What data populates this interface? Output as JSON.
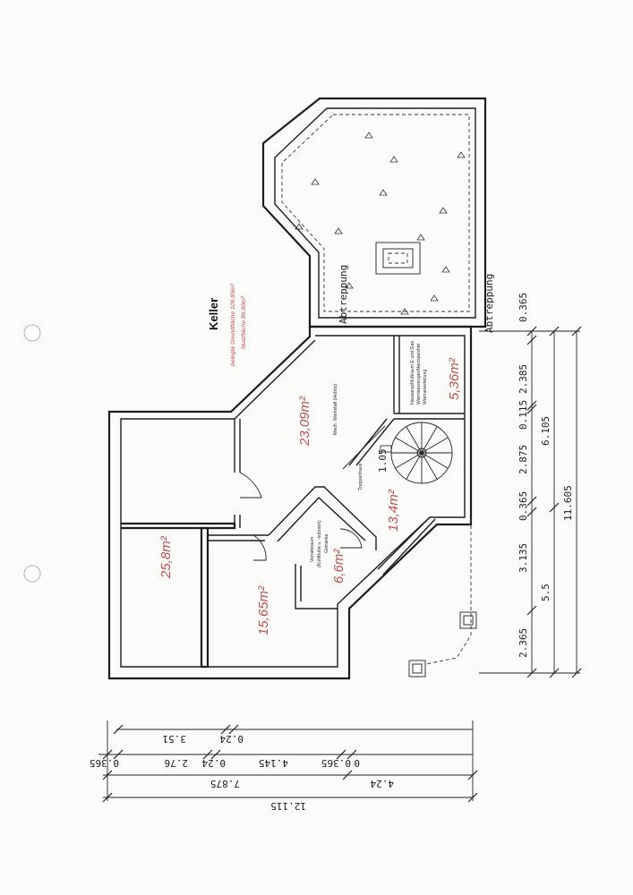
{
  "title": "Keller",
  "stats": {
    "gross_area": "belegte Grundfläche 109,85m²",
    "net_area": "Nutzfläche 89,90m²"
  },
  "areas": {
    "room_25_8": "25,8m²",
    "room_15_65": "15,65m²",
    "room_6_6": "6,6m²",
    "room_13_4": "13,4m²",
    "room_23_09": "23,09m²",
    "room_5_36": "5,36m²"
  },
  "room_labels": {
    "werkstatt": "Mech. Werkstatt (Hobby)",
    "haustechnik_1": "Hausanschlußraum E und Gas",
    "haustechnik_2": "Wärmeerzeuger/Heizspeicher",
    "haustechnik_3": "Wärmeverteilung",
    "vorrat_1": "Vorratsraum",
    "vorrat_2": "(Kühltruhe u. -schrank)",
    "vorrat_3": "Getränke",
    "treppe": "Treppenhaus"
  },
  "stair_label": "1.05",
  "abtreppung": [
    "Abtreppung",
    "Abtreppung"
  ],
  "dims_right": {
    "row1": [
      "2.365",
      "3.135",
      "0.365",
      "2.875",
      "0.115",
      "2.385",
      "0.365"
    ],
    "row2": [
      "5.5",
      "6.105"
    ],
    "row3": [
      "11.605"
    ]
  },
  "dims_bottom": {
    "row1": [
      "3.51",
      "0.24"
    ],
    "row2": [
      "0.365",
      "2.76",
      "0.24",
      "4.145",
      "0.365",
      "0"
    ],
    "row3": [
      "7.875",
      "4.24"
    ],
    "row4": [
      "12.115"
    ]
  },
  "colors": {
    "area_text": "#c0504d",
    "wall": "#1d1d1d",
    "paper": "#fbfbfa"
  }
}
